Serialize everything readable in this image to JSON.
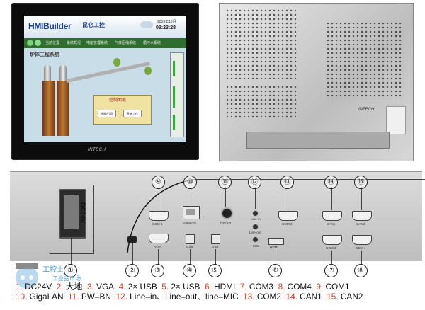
{
  "front_screen": {
    "logo": "HMIBuilder",
    "logo_cn": "昆仑工控",
    "date": "2009年12月",
    "time": "09:23:28",
    "nav": [
      "当前位置",
      "系统概况",
      "电能管理系统",
      "气体压缩系统",
      "循环水系统"
    ],
    "page_title": "炉体工程系统",
    "control_title": "控制面板",
    "control_buttons": [
      "启动引风",
      "开始工作"
    ],
    "brand": "INTECH"
  },
  "back_view": {
    "brand": "INTECH"
  },
  "ports": {
    "dc_label": "DC24V",
    "com1": "COM 1",
    "vga": "VGA",
    "gigalan": "GigaLAN",
    "usb_a": "USB",
    "usb_b": "USB",
    "pwbn": "PW/BN",
    "linein": "Line-in",
    "lineout": "Line-out",
    "mic": "MIC",
    "hdmi": "HDMI",
    "com2": "COM 2",
    "com3": "COM 3",
    "com4": "COM 4",
    "can1": "CAN1",
    "can2": "CAN2"
  },
  "callouts": {
    "c1": "①",
    "c2": "②",
    "c3": "③",
    "c4": "④",
    "c5": "⑤",
    "c6": "⑥",
    "c7": "⑦",
    "c8": "⑧",
    "c9": "⑨",
    "c10": "⑩",
    "c11": "⑪",
    "c12": "⑫",
    "c13": "⑬",
    "c14": "⑭",
    "c15": "⑮"
  },
  "caption": {
    "row1": [
      {
        "num": "1.",
        "text": " DC24V"
      },
      {
        "num": "2.",
        "text": " 大地"
      },
      {
        "num": "3.",
        "text": " VGA"
      },
      {
        "num": "4.",
        "text": " 2× USB"
      },
      {
        "num": "5.",
        "text": " 2× USB"
      },
      {
        "num": "6.",
        "text": " HDMI"
      },
      {
        "num": "7.",
        "text": " COM3"
      },
      {
        "num": "8.",
        "text": " COM4"
      },
      {
        "num": "9.",
        "text": " COM1"
      }
    ],
    "row2": [
      {
        "num": "10.",
        "text": " GigaLAN"
      },
      {
        "num": "11.",
        "text": " PW–BN"
      },
      {
        "num": "12.",
        "text": " Line–in、Line–out、line–MIC"
      },
      {
        "num": "13.",
        "text": " COM2"
      },
      {
        "num": "14.",
        "text": " CAN1"
      },
      {
        "num": "15.",
        "text": " CAN2"
      }
    ]
  },
  "watermark": {
    "text": "工控士",
    "text2": "工业品市场"
  }
}
